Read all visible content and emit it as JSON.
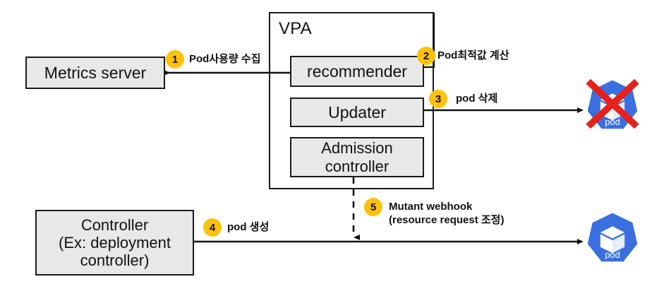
{
  "diagram": {
    "title_vpa": "VPA",
    "boxes": {
      "metrics_server": "Metrics server",
      "recommender": "recommender",
      "updater": "Updater",
      "admission_controller": "Admission\ncontroller",
      "controller": "Controller\n(Ex: deployment\ncontroller)"
    },
    "steps": [
      {
        "number": "1",
        "label": "Pod사용량 수집"
      },
      {
        "number": "2",
        "label": "Pod최적값 계산"
      },
      {
        "number": "3",
        "label": "pod 삭제"
      },
      {
        "number": "4",
        "label": "pod 생성"
      },
      {
        "number": "5",
        "label": "Mutant webhook\n(resource request 조정)"
      }
    ],
    "pods": {
      "deleted_pod_label": "pod",
      "created_pod_label": "pod"
    },
    "colors": {
      "badge": "#fcc10a",
      "box_fill": "#e8e8e8",
      "stroke": "#1a1a1a",
      "pod_blue": "#3a6fe0",
      "delete_red": "#e8201a"
    }
  }
}
